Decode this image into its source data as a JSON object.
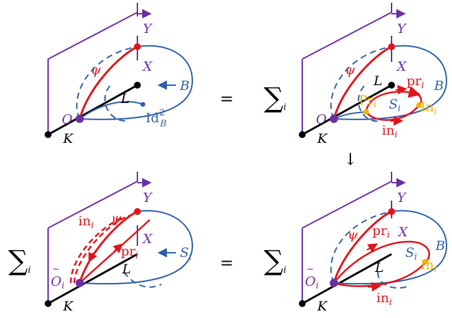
{
  "colors": {
    "purple": "#6b2fa0",
    "red": "#e0141c",
    "blue": "#2f5fa6",
    "black": "#000000",
    "yellow": "#f0b400"
  },
  "relations": {
    "equals_top": "=",
    "equals_bottom": "=",
    "arrow_down": "↓",
    "sum_symbol": "∑",
    "sum_index": "i"
  },
  "panels": {
    "top_left": {
      "Y": "Y",
      "X": "X",
      "psi": "ψ",
      "B": "B",
      "L": "L",
      "O": "O",
      "K": "K",
      "id_main": "Id",
      "id_sup": "2",
      "id_sub": "B"
    },
    "top_right": {
      "Y": "Y",
      "X": "X",
      "psi": "ψ",
      "L": "L",
      "B": "B",
      "O": "O",
      "K": "K",
      "pr": "pr",
      "Pr": "Pr",
      "S": "S",
      "In": "In",
      "in": "in",
      "idx": "i"
    },
    "bottom_left": {
      "Y": "Y",
      "X": "X",
      "psi": "ψ",
      "L": "L",
      "K": "K",
      "S": "S",
      "in": "in",
      "pr": "pr",
      "O": "O",
      "idx": "i"
    },
    "bottom_right": {
      "Y": "Y",
      "X": "X",
      "psi": "ψ",
      "L": "L",
      "B": "B",
      "K": "K",
      "S": "S",
      "pr": "pr",
      "In": "In",
      "in": "in",
      "O": "O",
      "idx": "i"
    }
  }
}
